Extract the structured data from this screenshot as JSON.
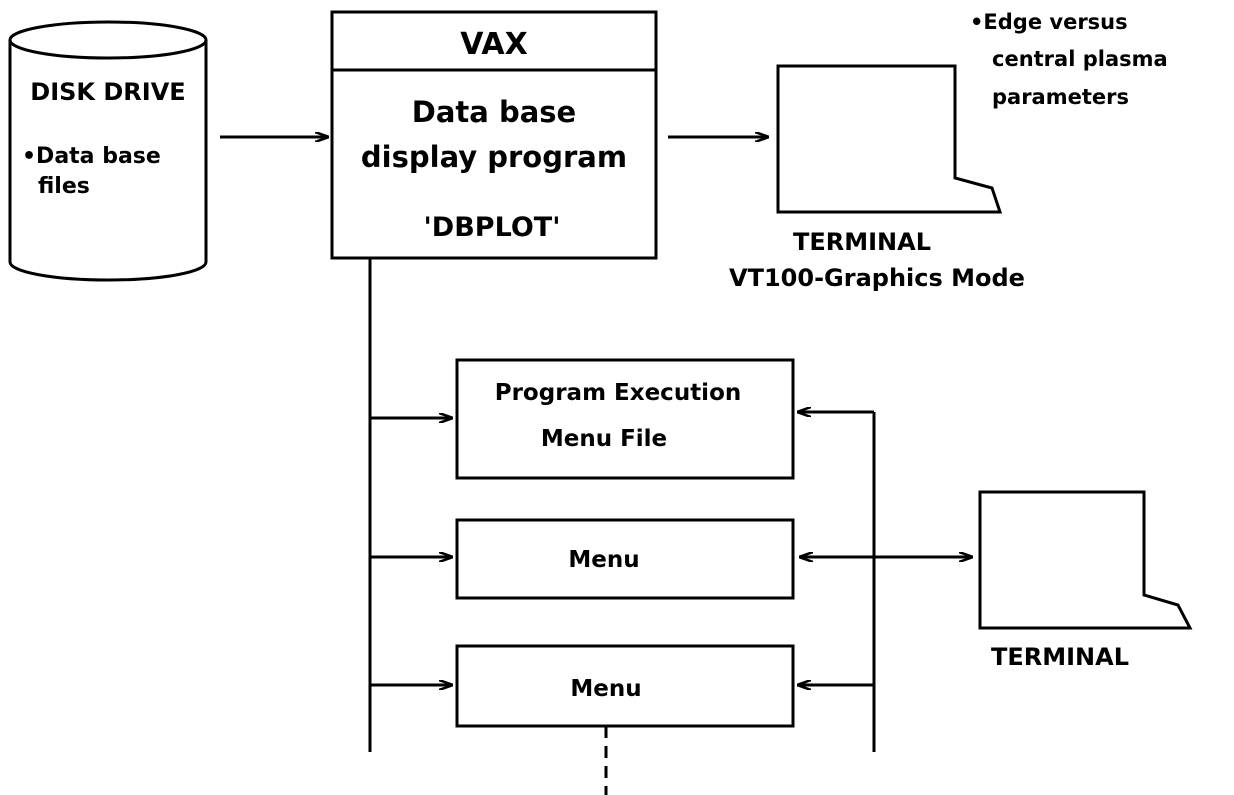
{
  "disk": {
    "title": "DISK DRIVE",
    "bullet_line1": "•Data base",
    "bullet_line2": "files"
  },
  "vax": {
    "title": "VAX",
    "line1": "Data base",
    "line2": "display program",
    "program": "'DBPLOT'"
  },
  "terminal_top": {
    "label": "TERMINAL",
    "sublabel": "VT100-Graphics Mode",
    "note_line1": "•Edge versus",
    "note_line2": "central plasma",
    "note_line3": "parameters"
  },
  "boxes": {
    "exec_line1": "Program Execution",
    "exec_line2": "Menu File",
    "menu1": "Menu",
    "menu2": "Menu"
  },
  "terminal_bottom": {
    "label": "TERMINAL"
  }
}
